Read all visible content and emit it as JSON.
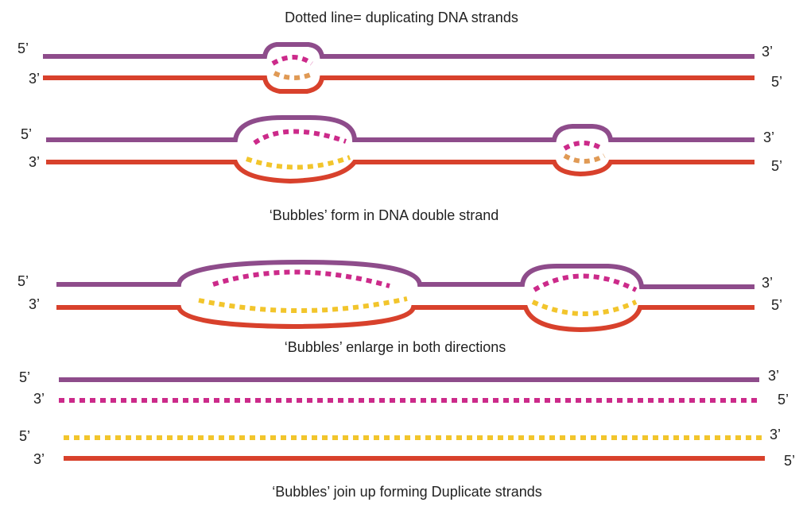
{
  "captions": {
    "legend": "Dotted line= duplicating DNA strands",
    "stage2": "‘Bubbles’ form in DNA double strand",
    "stage3": "‘Bubbles’ enlarge in both directions",
    "stage4": "‘Bubbles’ join up forming Duplicate strands"
  },
  "end_labels": {
    "five_prime": "5’",
    "three_prime": "3’"
  },
  "colors": {
    "parent_top": "#8e4c8b",
    "parent_bottom": "#d8412c",
    "new_top": "#cc2a8a",
    "new_bottom": "#f2c52c",
    "new_bottom_small": "#e09a55"
  },
  "stages": [
    {
      "name": "initial-bubble",
      "bubbles": 1
    },
    {
      "name": "bubbles-form",
      "bubbles": 2
    },
    {
      "name": "bubbles-enlarge",
      "bubbles": 2
    },
    {
      "name": "duplicate-strands",
      "bubbles": 0
    }
  ]
}
